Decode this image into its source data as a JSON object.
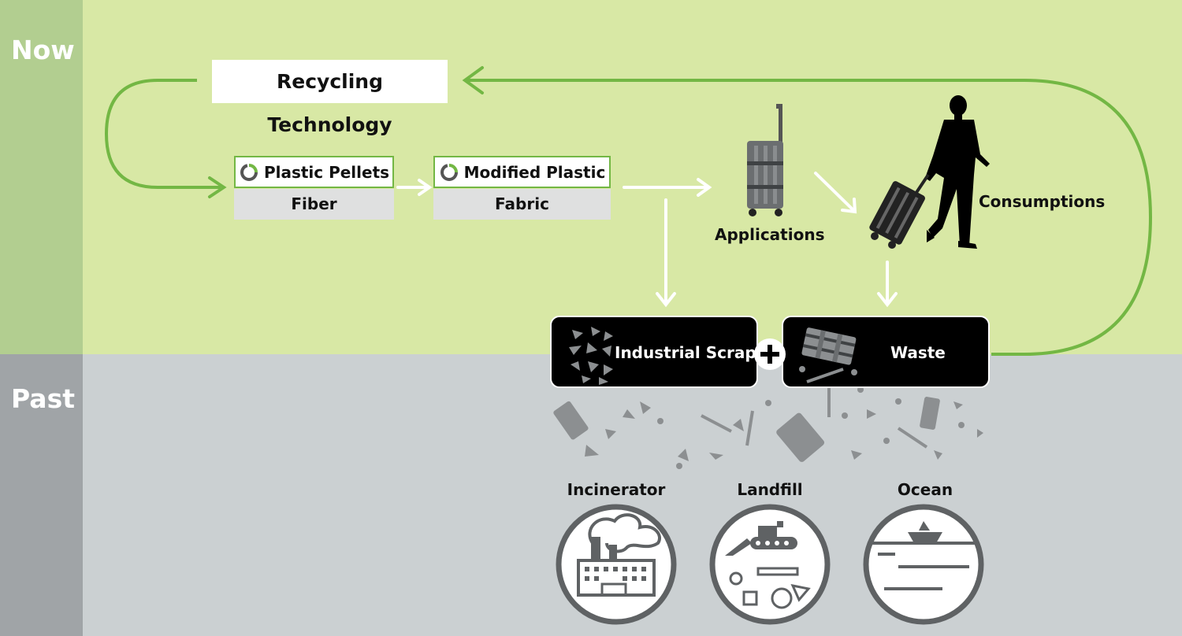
{
  "stages": {
    "now": "Now",
    "past": "Past"
  },
  "recycling": "Recycling Technology",
  "materials": [
    {
      "top": "Plastic Pellets",
      "bottom": "Fiber"
    },
    {
      "top": "Modified Plastic",
      "bottom": "Fabric"
    }
  ],
  "applications": "Applications",
  "consumptions": "Consumptions",
  "industrial_scrap": "Industrial Scrap",
  "waste": "Waste",
  "destinations": [
    "Incinerator",
    "Landfill",
    "Ocean"
  ],
  "colors": {
    "now_band": "#d8e8a5",
    "past_band": "#cbd0d2",
    "arrow_green": "#73b744",
    "box_black": "#000000"
  },
  "icons": [
    "logo-ring-icon",
    "suitcase-icon",
    "traveler-icon",
    "scrap-shards-icon",
    "waste-suitcase-icon",
    "plus-icon",
    "incinerator-icon",
    "landfill-icon",
    "ocean-icon"
  ]
}
